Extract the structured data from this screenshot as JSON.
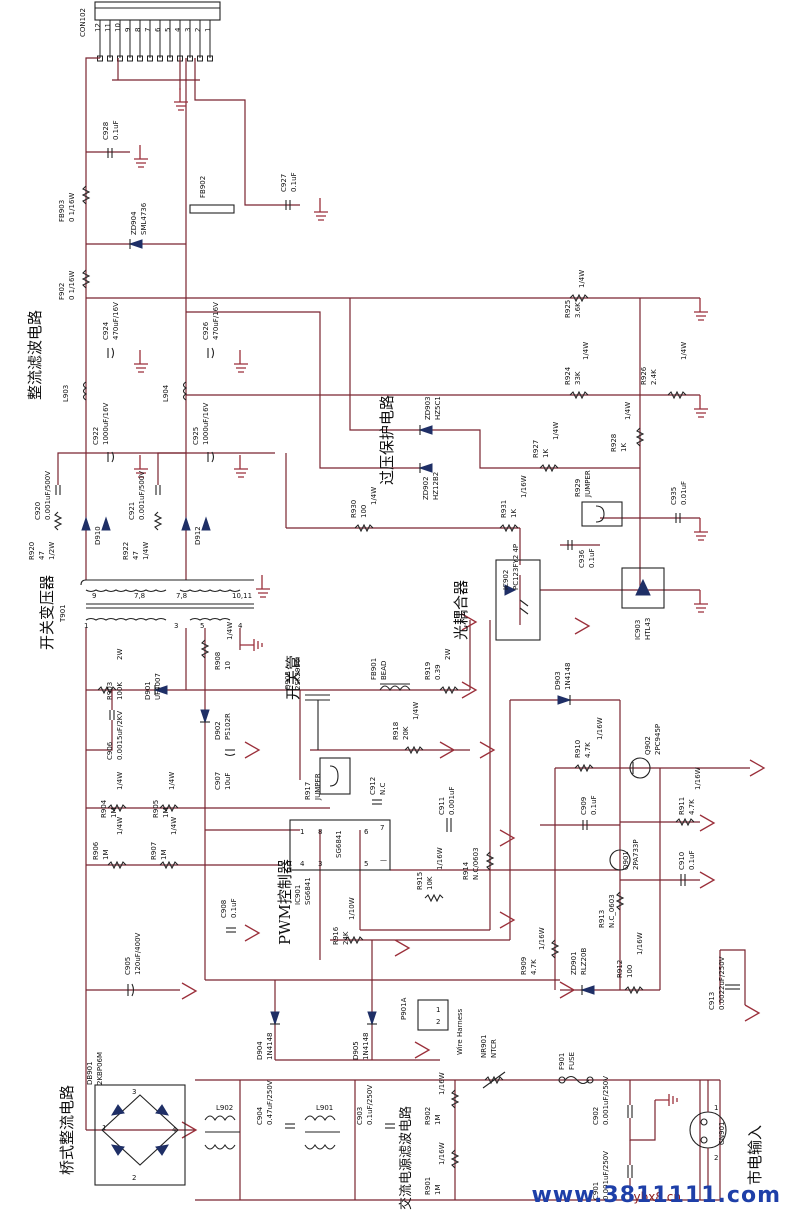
{
  "sections": {
    "rectifier_filter": "整流滤波电路",
    "overvoltage": "过压保护电路",
    "transformer": "开关变压器",
    "optocoupler": "光耦合器",
    "switch_tube": "开关管",
    "pwm": "PWM控制器",
    "bridge": "桥式整流电路",
    "mains": "市电输入",
    "ac_filter": "交流电源滤波电路"
  },
  "labels": {
    "con": "CON102",
    "con_pins": [
      "12",
      "11",
      "10",
      "9",
      "8",
      "7",
      "6",
      "5",
      "4",
      "3",
      "2",
      "1"
    ],
    "fb903": "FB903",
    "fb903_v": "0  1/16W",
    "c928": "C928",
    "c928_v": "0.1uF",
    "fb902": "FB902",
    "c927": "C927",
    "c927_v": "0.1uF",
    "zd904": "ZD904",
    "zd904_v": "SML4736",
    "f902": "F902",
    "f902_v": "0  1/16W",
    "c924": "C924",
    "c924_v": "470uF/16V",
    "c926": "C926",
    "c926_v": "470uF/16V",
    "l903": "L903",
    "l904": "L904",
    "c922": "C922",
    "c922_v": "1000uF/16V",
    "c925": "C925",
    "c925_v": "1000uF/16V",
    "r925": "R925",
    "r925_v": "3.6K",
    "r925_p": "1/4W",
    "r924": "R924",
    "r924_v": "33K",
    "r924_p": "1/4W",
    "r926": "R926",
    "r926_v": "2.4K",
    "r926_p": "1/4W",
    "zd903": "ZD903",
    "zd903_v": "HZ5C1",
    "zd902": "ZD902",
    "zd902_v": "HZ12B2",
    "r927": "R927",
    "r927_v": "1K",
    "r927_p": "1/4W",
    "r928": "R928",
    "r928_v": "1K",
    "r928_p": "1/4W",
    "c920": "C920",
    "c920_v": "0.001uF/500V",
    "c921": "C921",
    "c921_v": "0.001uF/500V",
    "d910": "D910",
    "d912": "D912",
    "r920": "R920",
    "r920_v": "47",
    "r920_p": "1/2W",
    "r922": "R922",
    "r922_v": "47",
    "r922_p": "1/4W",
    "r930": "R930",
    "r930_v": "100",
    "r930_p": "1/4W",
    "r931": "R931",
    "r931_v": "1K",
    "r931_p": "1/16W",
    "r929": "R929",
    "r929_v": "JUMPER",
    "c935": "C935",
    "c935_v": "0.01uF",
    "c936": "C936",
    "c936_v": "0.1uF",
    "ic902": "IC902",
    "ic902_v": "PC123FY2 4P",
    "ic903": "IC903",
    "ic903_v": "HTL43",
    "t901": "T901",
    "tpins": [
      "9",
      "7,8",
      "7,8",
      "10,11",
      "1",
      "3",
      "5",
      "4"
    ],
    "r903": "R903",
    "r903_v": "100K",
    "r903_p": "2W",
    "d901": "D901",
    "d901_v": "UF4007",
    "r908": "R908",
    "r908_v": "10",
    "r908_p": "1/4W",
    "q903": "Q903",
    "q903_v": "2SK2996",
    "fb901": "FB901",
    "fb901_v": "BEAD",
    "r919": "R919",
    "r919_v": "0.39",
    "r919_p": "2W",
    "c906": "C906",
    "c906_v": "0.0015uF/2KV",
    "d902": "D902",
    "d902_v": "PS102R",
    "r918": "R918",
    "r918_v": "20K",
    "r918_p": "1/4W",
    "d903": "D903",
    "d903_v": "1N4148",
    "c907": "C907",
    "c907_v": "10uF",
    "r917": "R917",
    "r917_v": "JUMPER",
    "r904": "R904",
    "r904_v": "1M",
    "r904_p": "1/4W",
    "r905": "R905",
    "r905_v": "1M",
    "r905_p": "1/4W",
    "c912": "C912",
    "c912_v": "N.C",
    "r910": "R910",
    "r910_v": "4.7K",
    "r910_p": "1/16W",
    "q902": "Q902",
    "q902_v": "2PC945P",
    "r906": "R906",
    "r906_v": "1M",
    "r906_p": "1/4W",
    "r907": "R907",
    "r907_v": "1M",
    "r907_p": "1/4W",
    "c911": "C911",
    "c911_v": "0.001uF",
    "c909": "C909",
    "c909_v": "0.1uF",
    "r911": "R911",
    "r911_v": "4.7K",
    "r911_p": "1/16W",
    "ic901": "IC901",
    "ic901_v": "SG6841",
    "ic901_chip": "SG6841",
    "r914": "R914",
    "r914_v": "N.C/0603",
    "q901": "Q901",
    "q901_v": "2PA733P",
    "c910": "C910",
    "c910_v": "0.1uF",
    "c908": "C908",
    "c908_v": "0.1uF",
    "r915": "R915",
    "r915_v": "10K",
    "r915_p": "1/16W",
    "r913": "R913",
    "r913_v": "N.C_0603",
    "r916": "R916",
    "r916_v": "24K",
    "r916_p": "1/10W",
    "c905": "C905",
    "c905_v": "120uF/400V",
    "r909": "R909",
    "r909_v": "4.7K",
    "r909_p": "1/16W",
    "zd901": "ZD901",
    "zd901_v": "RLZ20B",
    "r912": "R912",
    "r912_v": "100",
    "r912_p": "1/16W",
    "c913": "C913",
    "c913_v": "0.0022uF/250V",
    "d904": "D904",
    "d904_v": "1N4148",
    "d905": "D905",
    "d905_v": "1N4148",
    "p901": "P901A",
    "p901_v": "Wire Harness",
    "p901_pins": [
      "1",
      "2"
    ],
    "db901": "DB901",
    "db901_v": "2KBP06M",
    "l902": "L902",
    "l901": "L901",
    "c904": "C904",
    "c904_v": "0.47uF/250V",
    "c903": "C903",
    "c903_v": "0.1uF/250V",
    "r902": "R902",
    "r902_v": "1M",
    "r902_p": "1/16W",
    "r901": "R901",
    "r901_v": "1M",
    "r901_p": "1/16W",
    "nr901": "NR901",
    "nr901_v": "NTCR",
    "f901": "F901",
    "f901_v": "FUSE",
    "c902": "C902",
    "c902_v": "0.001uF/250V",
    "c901": "C901",
    "c901_v": "0.001uF/250V",
    "cn901": "CN901"
  },
  "watermark": {
    "small": "ybx8.cn",
    "url": "www.3811111.com"
  }
}
